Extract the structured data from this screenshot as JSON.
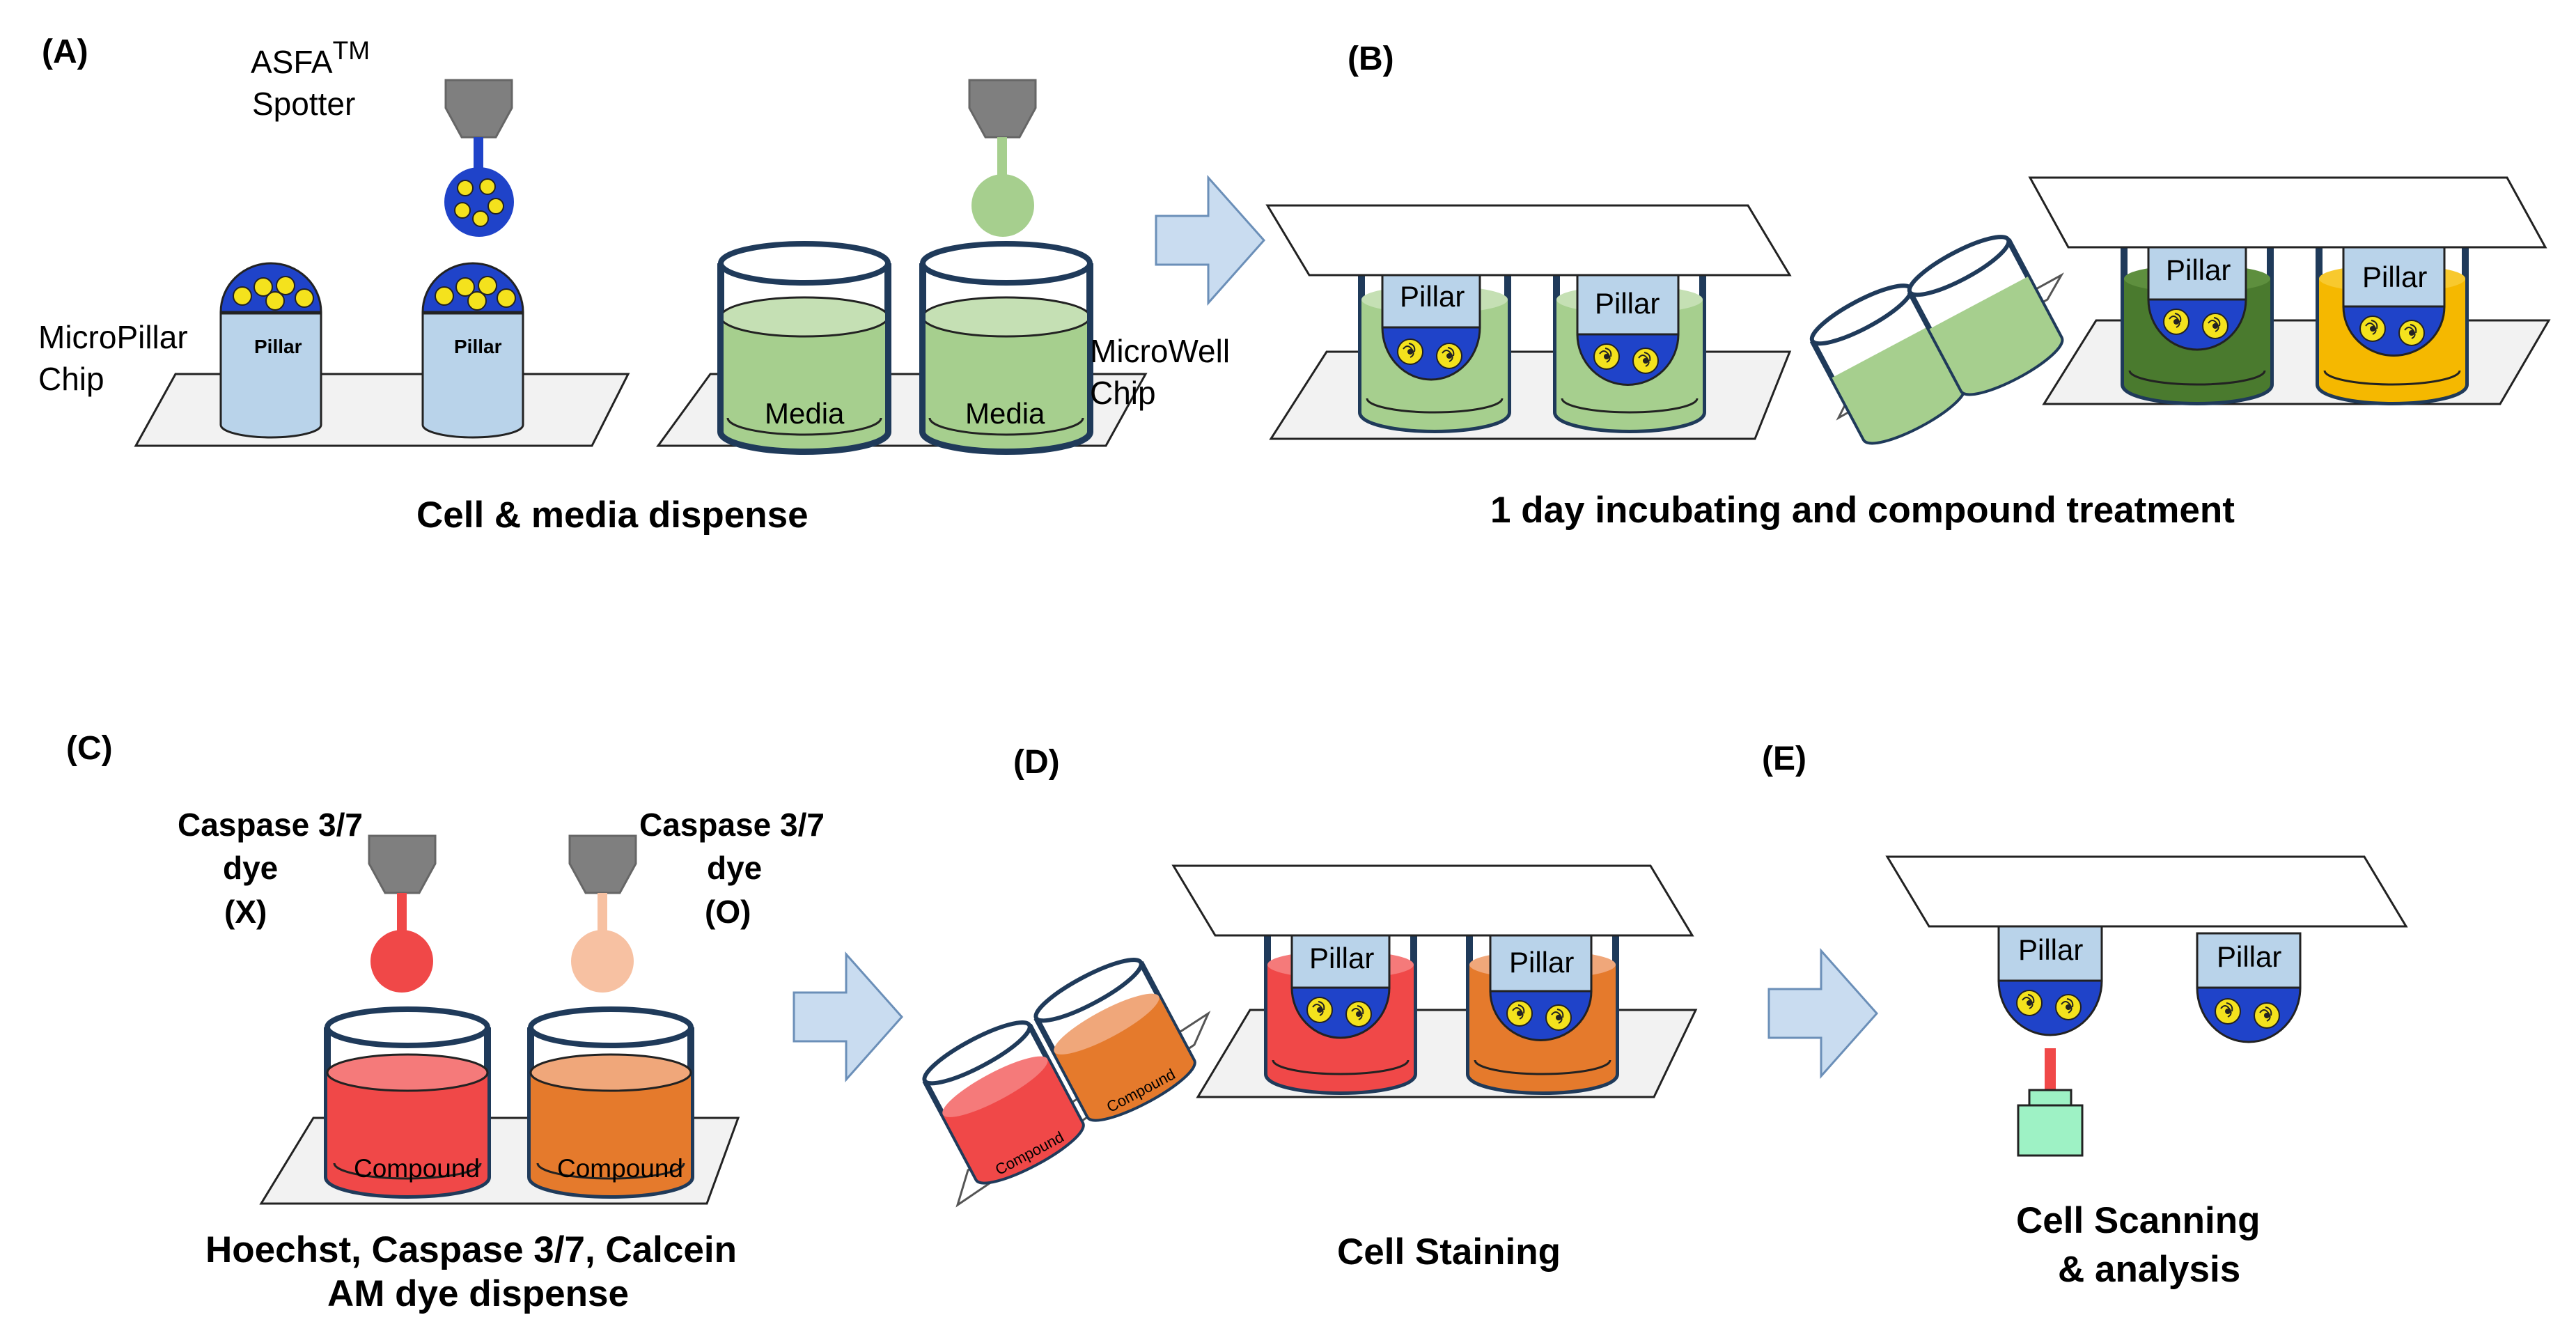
{
  "panels": {
    "a": "(A)",
    "b": "(B)",
    "c": "(C)",
    "d": "(D)",
    "e": "(E)"
  },
  "labels": {
    "asfa": "ASFA",
    "asfa_tm": "TM",
    "spotter": "Spotter",
    "micropillar": "MicroPillar",
    "micropillar_chip": "Chip",
    "microwell": "MicroWell",
    "microwell_chip": "Chip",
    "pillar": "Pillar",
    "media": "Media",
    "compound": "Compound",
    "caspase_x_line1": "Caspase 3/7",
    "caspase_x_line2": "dye",
    "caspase_x_line3": "(X)",
    "caspase_o_line1": "Caspase 3/7",
    "caspase_o_line2": "dye",
    "caspase_o_line3": "(O)"
  },
  "captions": {
    "a": "Cell & media dispense",
    "b": "1 day incubating and compound treatment",
    "c_line1": "Hoechst, Caspase 3/7, Calcein",
    "c_line2": "AM dye dispense",
    "d": "Cell Staining",
    "e_line1": "Cell Scanning",
    "e_line2": "& analysis"
  },
  "colors": {
    "cell_blue": "#1f43c9",
    "cell_yellow": "#f4e21d",
    "pillar": "#b9d3ea",
    "media_green": "#a6cf8e",
    "dark_green": "#4a7a2e",
    "amber": "#f5b800",
    "red": "#f04848",
    "orange": "#e57a2c",
    "peach": "#f7c1a2",
    "arrow": "#c9dcf0",
    "nozzle": "#7f7f7f",
    "detector": "#9ef2c5",
    "laser": "#f04848"
  }
}
